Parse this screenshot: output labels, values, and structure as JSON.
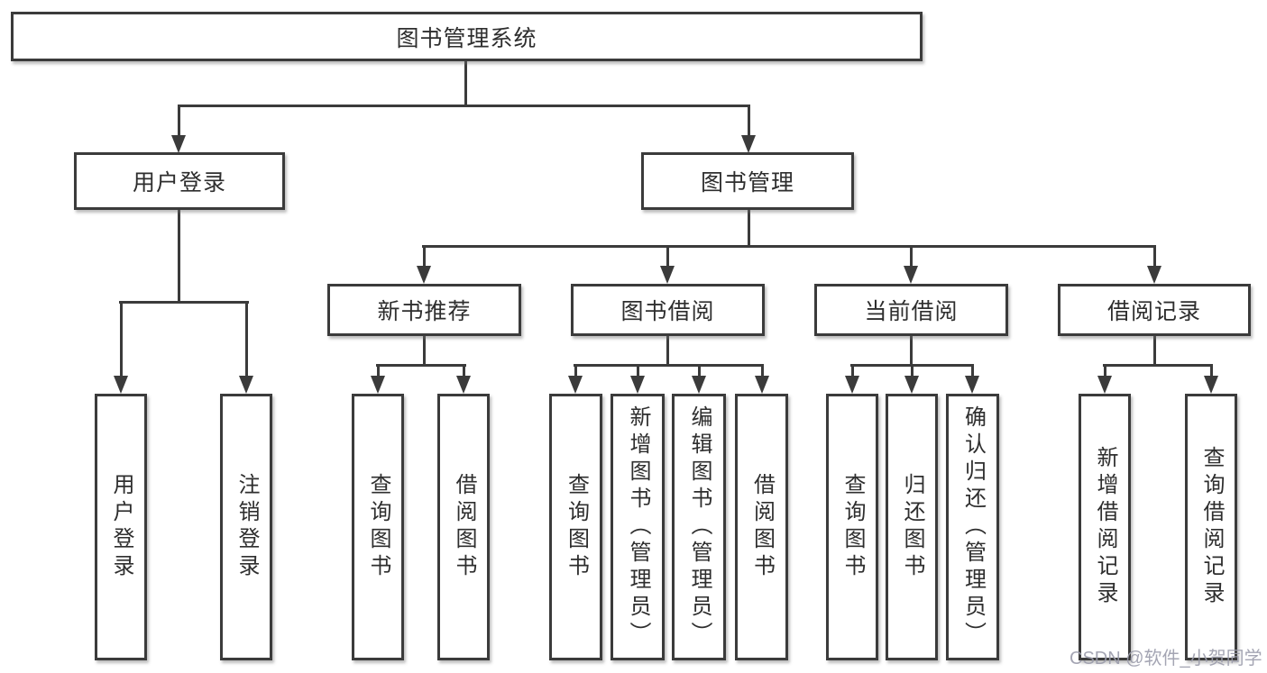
{
  "diagram": {
    "root": "图书管理系统",
    "branches": [
      {
        "label": "用户登录",
        "leaves": [
          "用户登录",
          "注销登录"
        ]
      },
      {
        "label": "图书管理",
        "children": [
          {
            "label": "新书推荐",
            "leaves": [
              "查询图书",
              "借阅图书"
            ]
          },
          {
            "label": "图书借阅",
            "leaves": [
              "查询图书",
              "新增图书（管理员）",
              "编辑图书（管理员）",
              "借阅图书"
            ]
          },
          {
            "label": "当前借阅",
            "leaves": [
              "查询图书",
              "归还图书",
              "确认归还（管理员）"
            ]
          },
          {
            "label": "借阅记录",
            "leaves": [
              "新增借阅记录",
              "查询借阅记录"
            ]
          }
        ]
      }
    ],
    "colors": {
      "line": "#3b3b3b",
      "box_border": "#3b3b3b",
      "box_fill": "#ffffff",
      "text": "#2e2e2e",
      "watermark": "#9b9cab"
    }
  },
  "watermark": {
    "text": "CSDN @软件_小贺同学"
  }
}
